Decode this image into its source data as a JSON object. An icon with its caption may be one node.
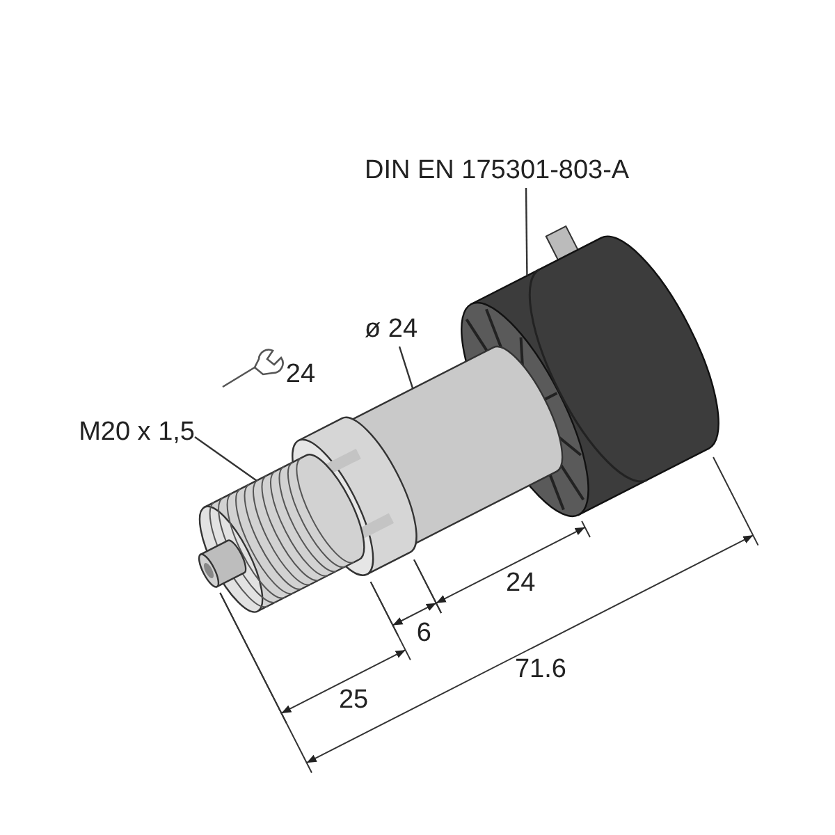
{
  "diagram": {
    "nodes": [
      {
        "text": [
          "DIN EN 175301-803-A"
        ]
      },
      {
        "text": [],
        "shape": "picture"
      },
      {
        "text": [
          "M20 x 1,5"
        ]
      },
      {
        "text": [],
        "shape": "picture"
      },
      {
        "text": [
          "ø 24"
        ]
      },
      {
        "text": [],
        "shape": "picture"
      }
    ],
    "edges": [
      {
        "from": 0,
        "to": 1,
        "arrow": "none"
      },
      {
        "from": 2,
        "to": 3,
        "arrow": "none"
      },
      {
        "from": 4,
        "to": 5,
        "arrow": "none"
      }
    ],
    "labels": [
      "24",
      "24",
      "6",
      "25",
      "71.6"
    ]
  }
}
